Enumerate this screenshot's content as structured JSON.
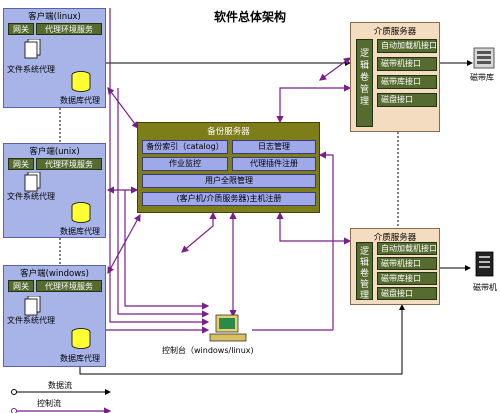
{
  "title": "软件总体架构",
  "clients": [
    {
      "title": "客户端(linux)",
      "gateway": "网关",
      "proxy_service": "代理环境服务",
      "fs_proxy": "文件系统代理",
      "db_proxy": "数据库代理"
    },
    {
      "title": "客户端(unix)",
      "gateway": "网关",
      "proxy_service": "代理环境服务",
      "fs_proxy": "文件系统代理",
      "db_proxy": "数据库代理"
    },
    {
      "title": "客户端(windows)",
      "gateway": "网关",
      "proxy_service": "代理环境服务",
      "fs_proxy": "文件系统代理",
      "db_proxy": "数据库代理"
    }
  ],
  "backup_server": {
    "title": "备份服务器",
    "index": "备份索引（catalog）",
    "log": "日志管理",
    "job": "作业监控",
    "plugin": "代理插件注册",
    "users": "用户全限管理",
    "hosts": "(客户机/介质服务器)主机注册"
  },
  "media_servers": [
    {
      "title": "介质服务器",
      "logic": "逻辑卷管理",
      "interfaces": [
        "自动加载机接口",
        "磁带机接口",
        "磁带库接口",
        "磁盘接口"
      ],
      "device": "磁带库"
    },
    {
      "title": "介质服务器",
      "logic": "逻辑卷管理",
      "interfaces": [
        "自动加载机接口",
        "磁带机接口",
        "磁带库接口",
        "磁盘接口"
      ],
      "device": "磁带机"
    }
  ],
  "console": "控制台（windows/linux)",
  "legend": {
    "data_flow": "数据流",
    "control_flow": "控制流"
  },
  "colors": {
    "client": "#a8b4e8",
    "gateway": "#556b2f",
    "backup": "#7d7d1a",
    "media": "#f4dcc0",
    "control": "#7a1f8a",
    "data": "#000000"
  }
}
